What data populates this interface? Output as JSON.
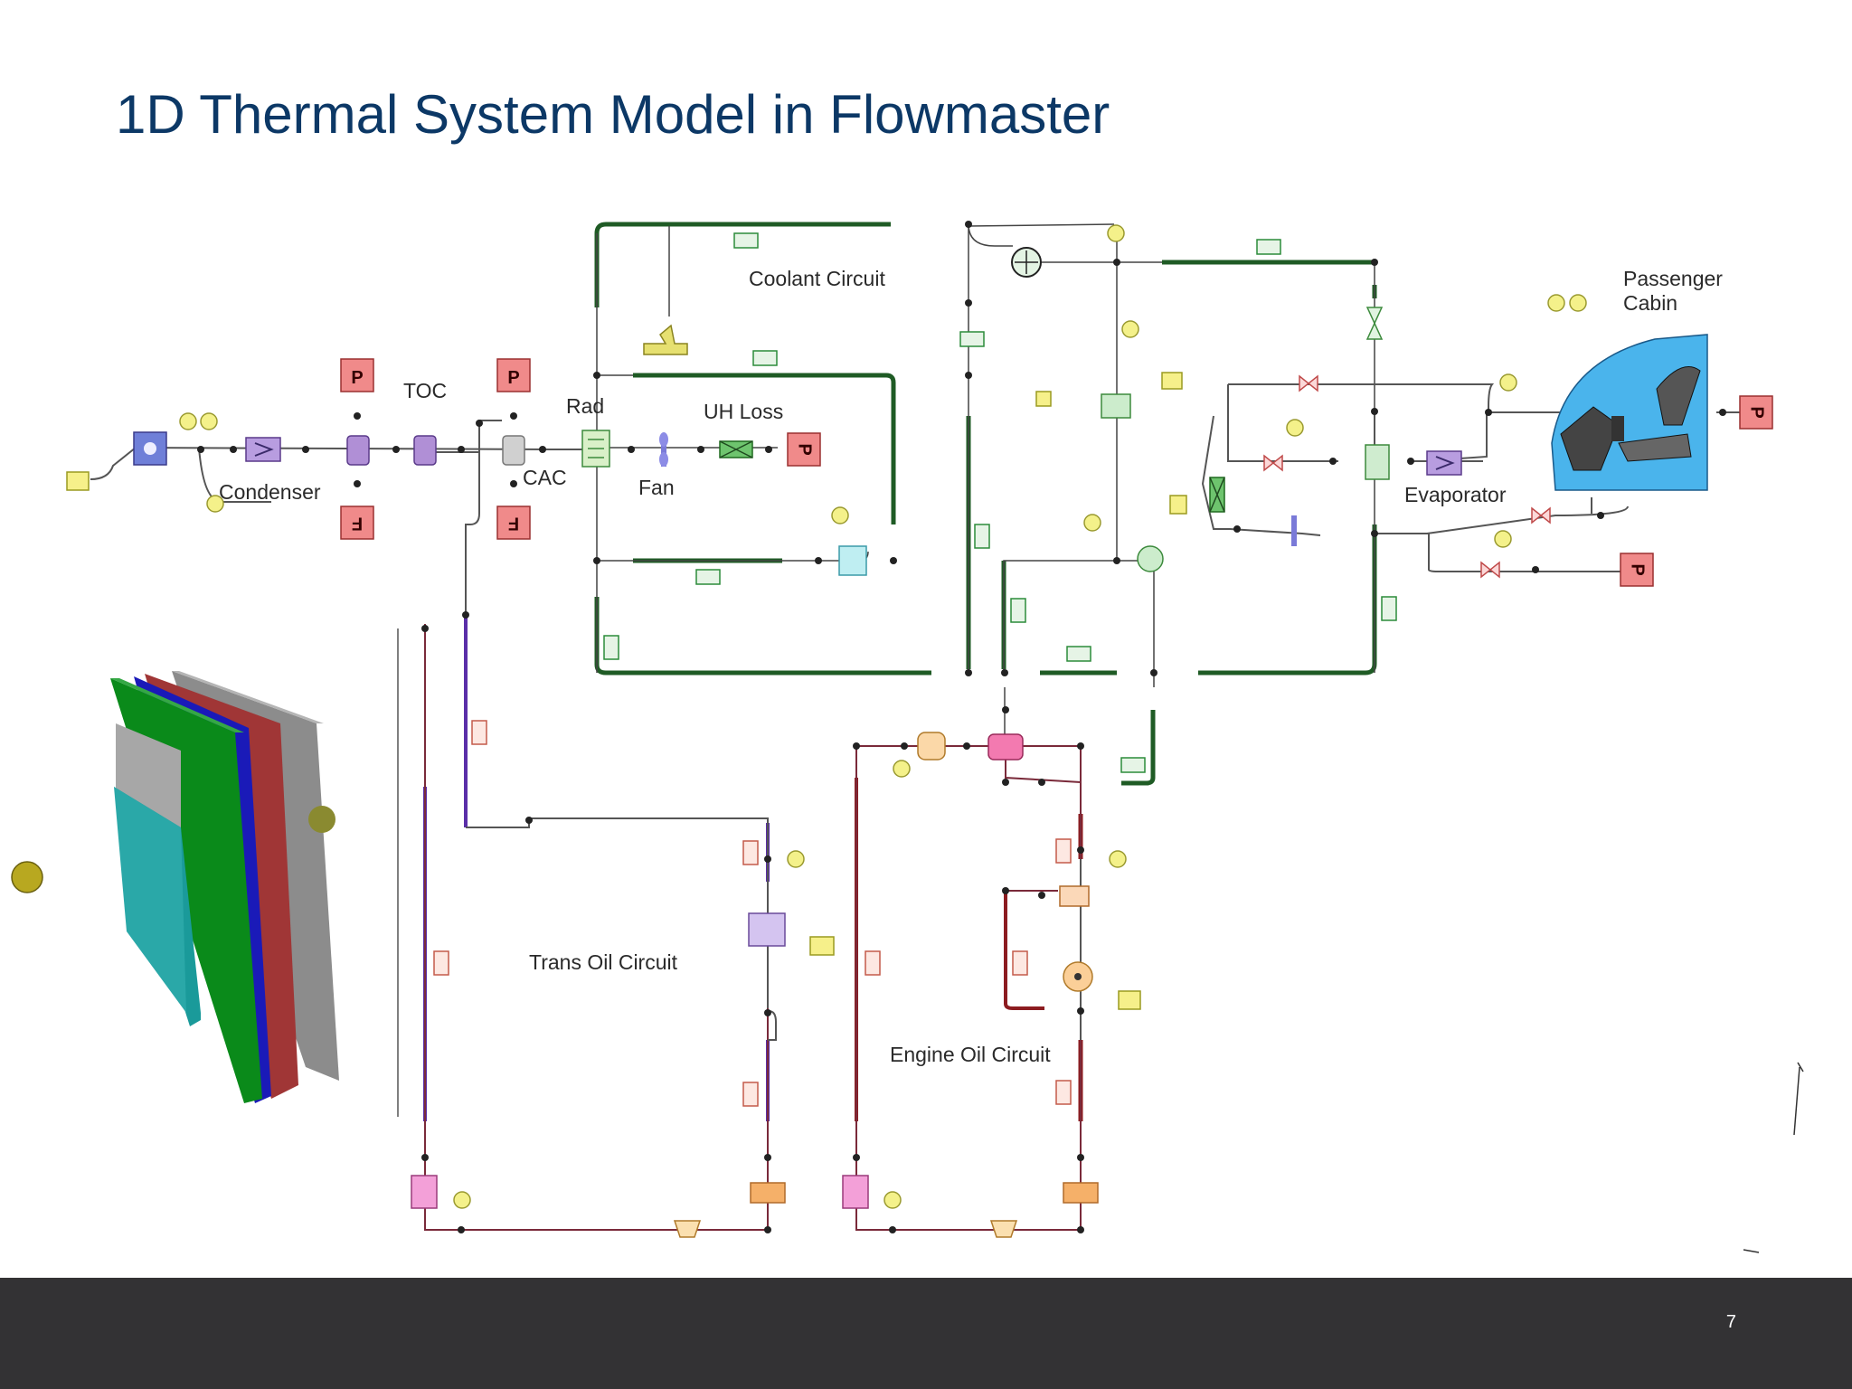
{
  "slide": {
    "title": "1D Thermal System Model in Flowmaster",
    "page_number": "7"
  },
  "labels": {
    "coolant_circuit": "Coolant Circuit",
    "passenger_cabin_line1": "Passenger",
    "passenger_cabin_line2": "Cabin",
    "toc": "TOC",
    "rad": "Rad",
    "uh_loss": "UH Loss",
    "condenser": "Condenser",
    "cac": "CAC",
    "fan": "Fan",
    "evaporator": "Evaporator",
    "trans_oil_circuit": "Trans Oil Circuit",
    "engine_oil_circuit": "Engine Oil Circuit"
  },
  "boundary_symbols": {
    "pressure": "P",
    "flow": "F"
  },
  "colors": {
    "title": "#0c3866",
    "coolant_pipe": "#1f5b25",
    "trans_oil_pipe": "#5a2ea8",
    "engine_oil_pipe": "#8c1c20",
    "air_pipe": "#555555",
    "cabin_fill": "#4ab4ec",
    "footer": "#333234"
  }
}
